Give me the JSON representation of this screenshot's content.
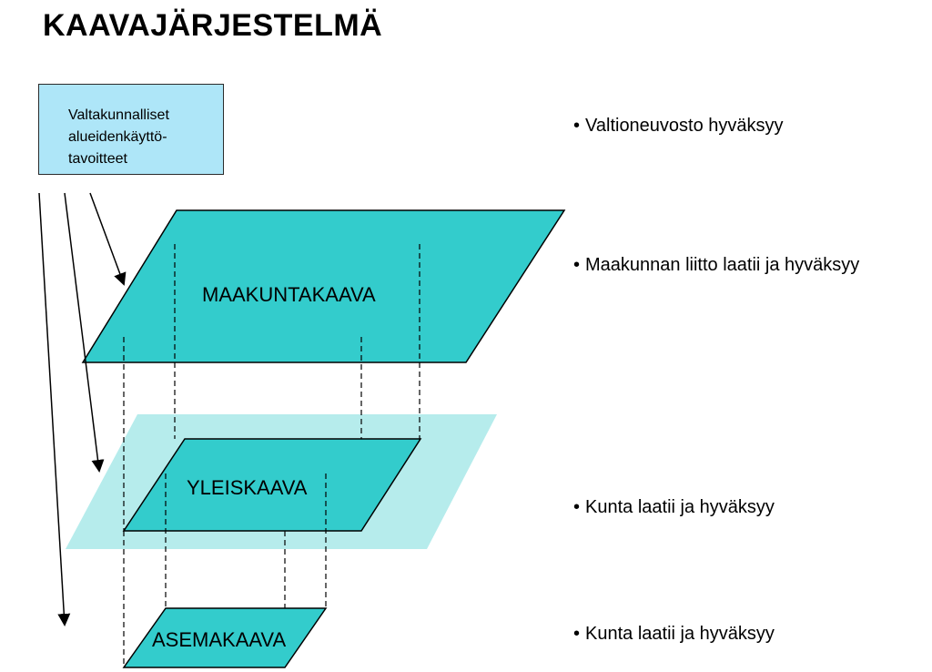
{
  "title": "KAAVAJÄRJESTELMÄ",
  "top_box": {
    "lines": [
      "Valtakunnalliset",
      "alueidenkäyttö-",
      "tavoitteet"
    ]
  },
  "levels": {
    "maakuntakaava": "MAAKUNTAKAAVA",
    "yleiskaava": "YLEISKAAVA",
    "asemakaava": "ASEMAKAAVA"
  },
  "bullets": {
    "marker": "•",
    "valtioneuvosto": "Valtioneuvosto hyväksyy",
    "maakunnan_liitto": "Maakunnan liitto laatii ja hyväksyy",
    "kunta_yleiskaava": "Kunta laatii ja hyväksyy",
    "kunta_asemakaava": "Kunta laatii ja hyväksyy"
  },
  "colors": {
    "top_box_fill": "#aee6f8",
    "plane_fill": "#33cccc",
    "light_plane_fill": "#b6ecec",
    "stroke": "#000000"
  }
}
